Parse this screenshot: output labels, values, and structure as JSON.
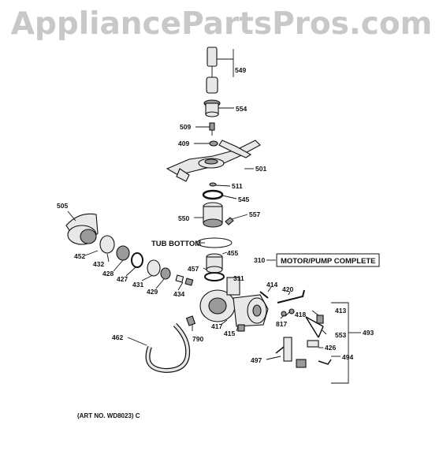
{
  "watermark": "AppliancePartsPros.com",
  "art_number": "(ART NO. WD8023) C",
  "tub_bottom_label": "TUB BOTTOM",
  "motor_pump": {
    "number": "310",
    "label": "MOTOR/PUMP COMPLETE"
  },
  "parts": {
    "p549": "549",
    "p554": "554",
    "p509": "509",
    "p409": "409",
    "p501": "501",
    "p511": "511",
    "p545": "545",
    "p550": "550",
    "p557": "557",
    "p505": "505",
    "p452": "452",
    "p432": "432",
    "p428": "428",
    "p427": "427",
    "p431": "431",
    "p429": "429",
    "p434": "434",
    "p455": "455",
    "p457": "457",
    "p311": "311",
    "p414": "414",
    "p420": "420",
    "p418": "418",
    "p413": "413",
    "p553": "553",
    "p493": "493",
    "p817": "817",
    "p417": "417",
    "p415": "415",
    "p790": "790",
    "p462": "462",
    "p426": "426",
    "p497": "497",
    "p494": "494"
  }
}
